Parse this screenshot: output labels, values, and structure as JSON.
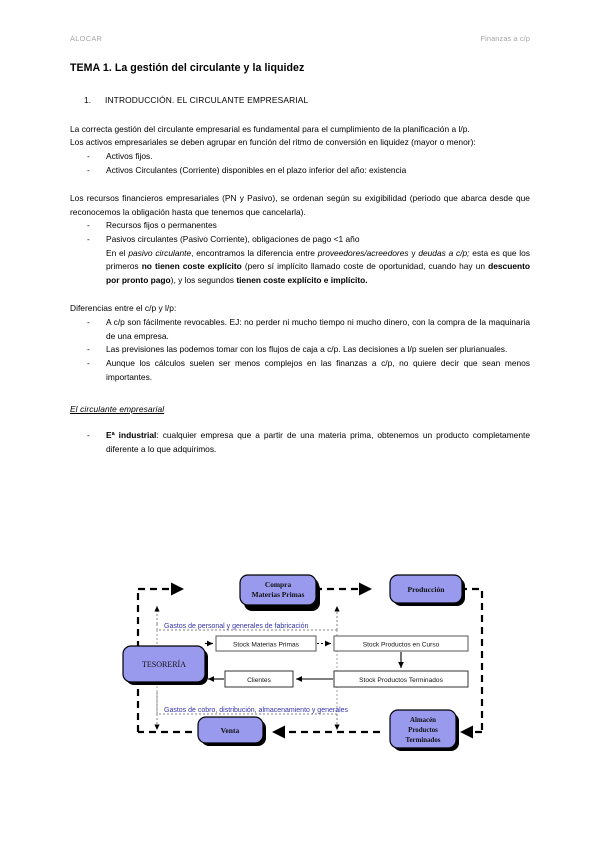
{
  "header": {
    "left": "ALOCAR",
    "right": "Finanzas a c/p"
  },
  "title": "TEMA 1. La gestión del circulante y la liquidez",
  "section1": {
    "number": "1.",
    "label": "INTRODUCCIÓN. EL CIRCULANTE EMPRESARIAL"
  },
  "paragraphs": {
    "p1": "La correcta gestión del circulante empresarial es fundamental para el cumplimiento de la planificación a l/p.",
    "p2": "Los activos empresariales se deben agrupar en función del ritmo de conversión en liquidez (mayor o menor):",
    "p3": "Los recursos financieros empresariales (PN y Pasivo), se ordenan según su exigibilidad (periodo que abarca desde que reconocemos la obligación hasta que tenemos que cancelarla).",
    "p4": "Diferencias entre el c/p y l/p:"
  },
  "activos_list": [
    "Activos fijos.",
    "Activos Circulantes (Corriente) disponibles en el plazo inferior del año: existencia"
  ],
  "recursos_list": [
    "Recursos fijos o permanentes",
    "Pasivos circulantes (Pasivo Corriente), obligaciones de pago <1 año"
  ],
  "pasivo_circulante_detail": {
    "t1": "En el ",
    "i1": "pasivo circulante",
    "t2": ", encontramos la diferencia entre ",
    "i2": "proveedores/acreedores",
    "t3": " y ",
    "i3": "deudas a c/p;",
    "t4": " esta es que los primeros ",
    "b1": "no tienen coste explícito",
    "t5": " (pero sí implícito llamado coste de oportunidad, cuando hay un ",
    "b2": "descuento por pronto pago",
    "t6": "), y los segundos ",
    "b3": "tienen coste explícito e implícito."
  },
  "diferencias_list": [
    "A c/p son fácilmente revocables. EJ: no perder ni mucho tiempo ni mucho dinero, con la compra de la maquinaria de una empresa.",
    "Las previsiones las podemos tomar con los flujos de caja a c/p. Las decisiones a l/p suelen ser plurianuales.",
    "Aunque los cálculos suelen ser menos complejos en las finanzas a c/p, no quiere decir que sean menos importantes."
  ],
  "subsection": {
    "heading": "El circulante empresarial"
  },
  "industrial_item": {
    "bold": "Eª industrial",
    "rest": ": cualquier empresa que a partir de una materia prima, obtenemos un producto completamente diferente a lo que adquirimos."
  },
  "diagram": {
    "colors": {
      "box_fill": "#9999EE",
      "box_border": "#000000",
      "label_text": "#3333AA",
      "shadow": "#000000"
    },
    "nodes": {
      "compra": "Compra\nMaterias Primas",
      "compra_l1": "Compra",
      "compra_l2": "Materias Primas",
      "produccion": "Producción",
      "tesoreria": "TESORERÍA",
      "venta": "Venta",
      "almacen_l1": "Almacén",
      "almacen_l2": "Productos",
      "almacen_l3": "Terminados"
    },
    "stock_boxes": {
      "stock_mp": "Stock Materias Primas",
      "stock_pc": "Stock Productos en Curso",
      "clientes": "Clientes",
      "stock_pt": "Stock Productos Terminados"
    },
    "labels": {
      "gastos_top": "Gastos de personal y generales de fabricación",
      "gastos_bottom": "Gastos de cobro, distribución, almacenamiento y generales"
    }
  }
}
